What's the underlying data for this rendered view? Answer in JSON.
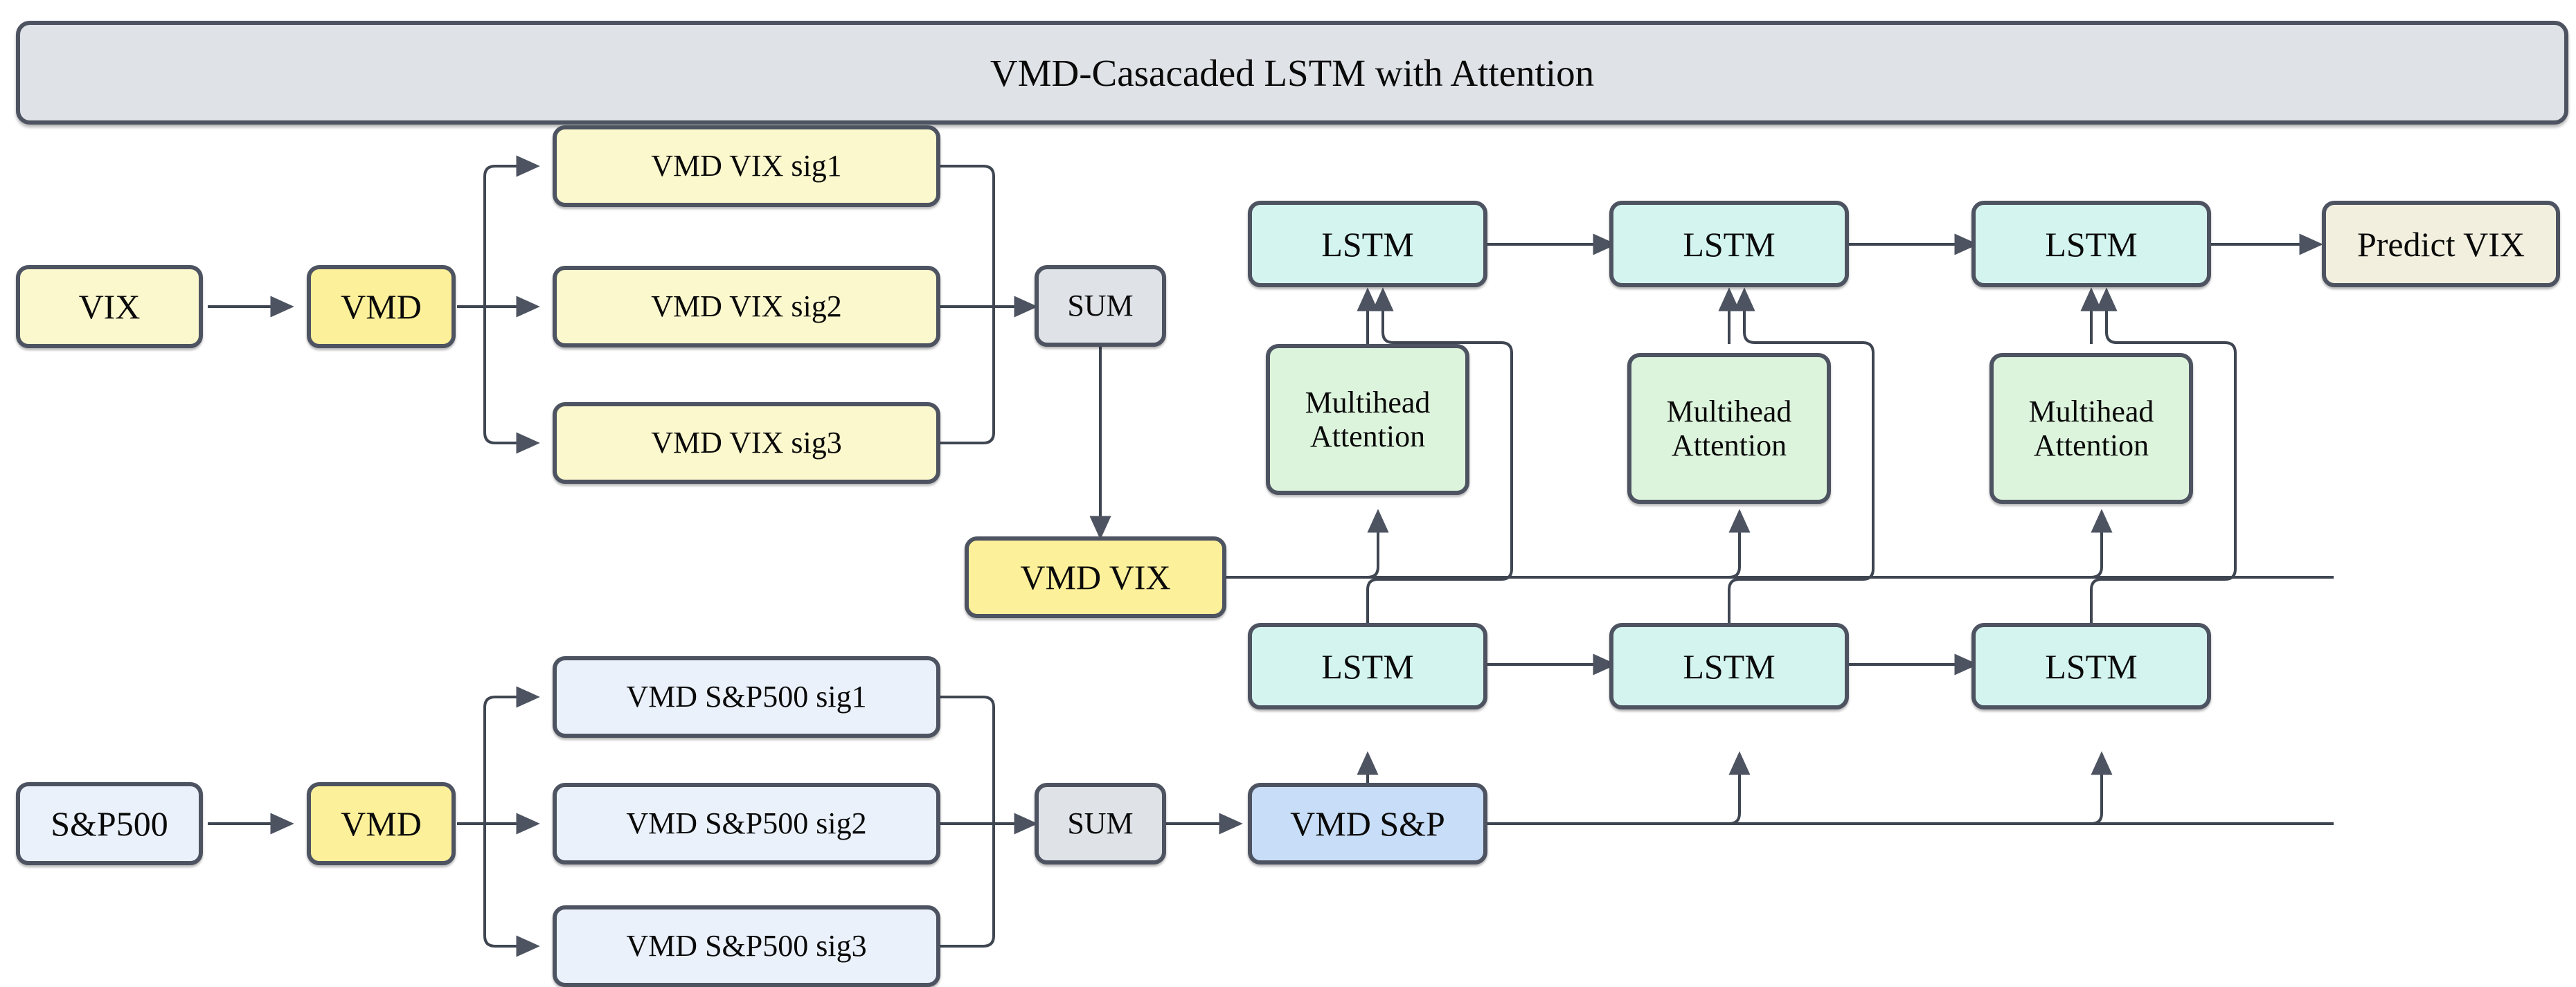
{
  "title": "VMD-Casacaded LSTM with Attention",
  "colors": {
    "border": "#4d5360",
    "title_bg": "#dfe2e6",
    "pale_yellow": "#fbf8cd",
    "yellow": "#fdf09a",
    "pale_blue": "#eaf1fb",
    "blue": "#c8ddf7",
    "gray": "#dfe2e6",
    "cyan": "#d4f4ef",
    "green": "#ddf4dc",
    "cream": "#f2efdf"
  },
  "vix_branch": {
    "input": "VIX",
    "decomposer": "VMD",
    "signals": [
      "VMD VIX sig1",
      "VMD VIX sig2",
      "VMD VIX sig3"
    ],
    "sum": "SUM",
    "aggregate": "VMD VIX"
  },
  "sp500_branch": {
    "input": "S&P500",
    "decomposer": "VMD",
    "signals": [
      "VMD S&P500 sig1",
      "VMD S&P500 sig2",
      "VMD S&P500 sig3"
    ],
    "sum": "SUM",
    "aggregate": "VMD S&P"
  },
  "network": {
    "top_lstm": [
      "LSTM",
      "LSTM",
      "LSTM"
    ],
    "attention": [
      {
        "line1": "Multihead",
        "line2": "Attention"
      },
      {
        "line1": "Multihead",
        "line2": "Attention"
      },
      {
        "line1": "Multihead",
        "line2": "Attention"
      }
    ],
    "bottom_lstm": [
      "LSTM",
      "LSTM",
      "LSTM"
    ],
    "output": "Predict VIX"
  }
}
